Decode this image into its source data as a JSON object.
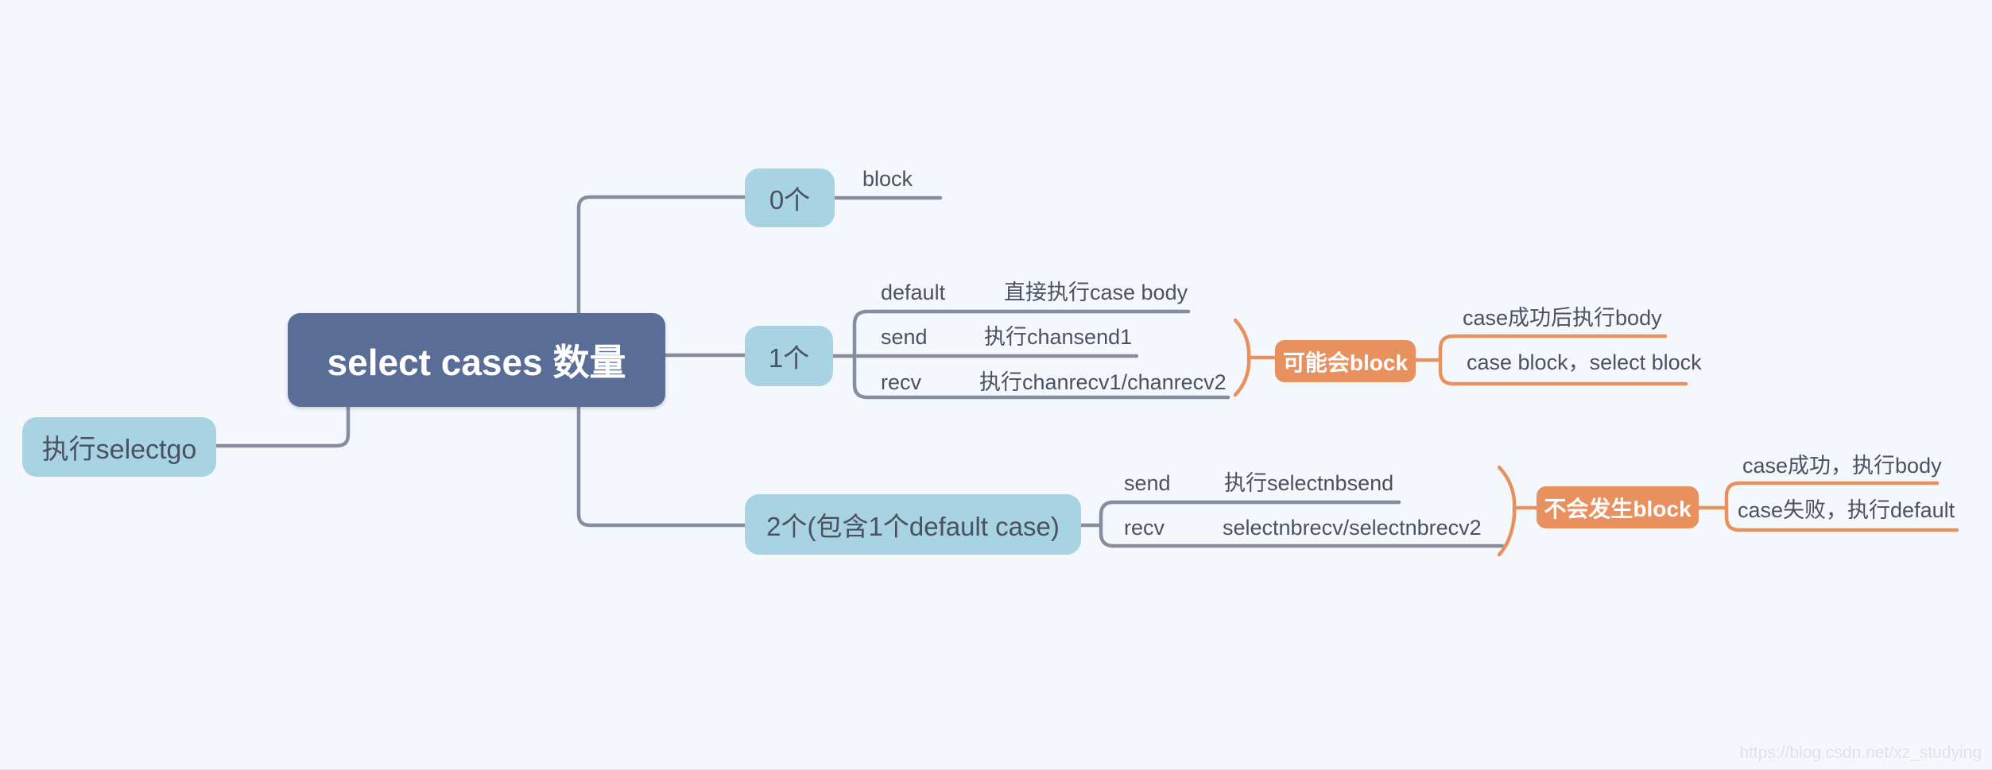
{
  "colors": {
    "background": "#f4f7fb",
    "node_blue": "#a8d3e3",
    "root_blue": "#5a6d96",
    "accent_orange": "#e8915e",
    "line_gray": "#868e9e",
    "text_dark": "#4a5160",
    "text_white": "#ffffff",
    "watermark_gray": "#dde1e9"
  },
  "nodes": {
    "pre_root": "执行selectgo",
    "root": "select cases 数量"
  },
  "branches": [
    {
      "label": "0个",
      "leaf": "block"
    },
    {
      "label": "1个",
      "cases": [
        {
          "key": "default",
          "action": "直接执行case body"
        },
        {
          "key": "send",
          "action": "执行chansend1"
        },
        {
          "key": "recv",
          "action": "执行chanrecv1/chanrecv2"
        }
      ],
      "summary": {
        "label": "可能会block",
        "notes": [
          "case成功后执行body",
          "case block，select block"
        ]
      }
    },
    {
      "label": "2个(包含1个default case)",
      "cases": [
        {
          "key": "send",
          "action": "执行selectnbsend"
        },
        {
          "key": "recv",
          "action": "selectnbrecv/selectnbrecv2"
        }
      ],
      "summary": {
        "label": "不会发生block",
        "notes": [
          "case成功，执行body",
          "case失败，执行default"
        ]
      }
    }
  ],
  "watermark": "https://blog.csdn.net/xz_studying"
}
